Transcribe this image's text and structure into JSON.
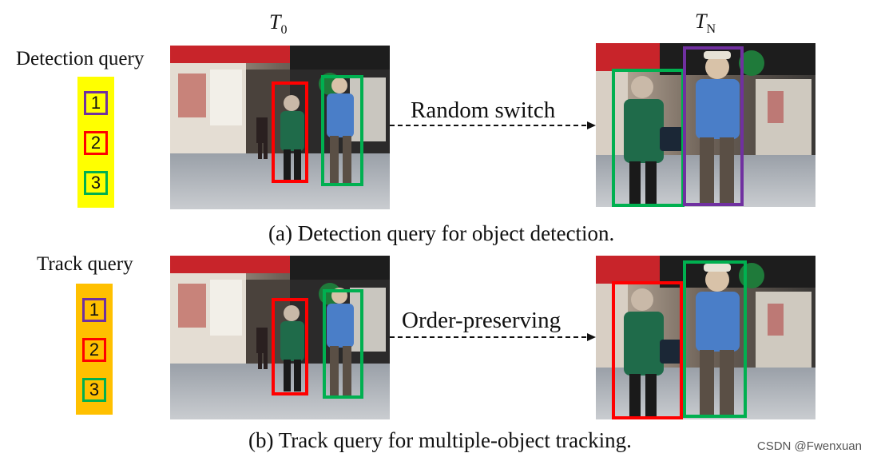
{
  "times": {
    "t0": "T",
    "t0_sub": "0",
    "tn": "T",
    "tn_sub": "N"
  },
  "detection": {
    "title": "Detection query",
    "panel_color": "#ffff00",
    "queries": [
      {
        "label": "1",
        "color": "#7030a0"
      },
      {
        "label": "2",
        "color": "#ff0000"
      },
      {
        "label": "3",
        "color": "#00b050"
      }
    ],
    "arrow_label": "Random switch",
    "caption": "(a) Detection query for object detection."
  },
  "track": {
    "title": "Track query",
    "panel_color": "#ffc000",
    "queries": [
      {
        "label": "1",
        "color": "#7030a0"
      },
      {
        "label": "2",
        "color": "#ff0000"
      },
      {
        "label": "3",
        "color": "#00b050"
      }
    ],
    "arrow_label": "Order-preserving",
    "caption": "(b) Track query for multiple-object tracking."
  },
  "box_colors": {
    "red": "#ff0000",
    "green": "#00b050",
    "purple": "#7030a0"
  },
  "watermark": "CSDN @Fwenxuan"
}
